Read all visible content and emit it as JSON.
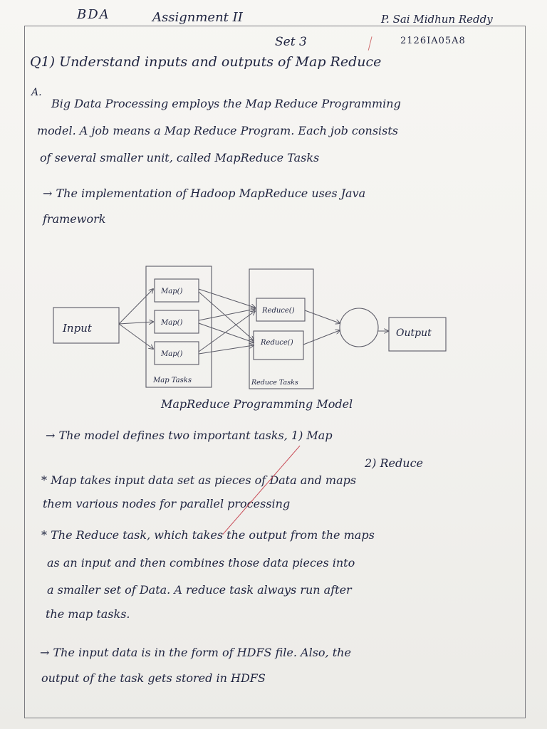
{
  "header": {
    "subject": "BDA",
    "assignment": "Assignment II",
    "student_name": "P. Sai Midhun Reddy",
    "set": "Set 3",
    "roll_number": "2126IA05A8"
  },
  "question": {
    "text": "Q1) Understand inputs and outputs of Map Reduce"
  },
  "answer": {
    "marker": "A.",
    "intro_lines": [
      "Big Data Processing employs the Map Reduce Programming",
      "model. A job means a Map Reduce Program. Each job consists",
      "of several smaller unit, called MapReduce Tasks"
    ],
    "java_lines": [
      "→ The implementation of Hadoop MapReduce uses Java",
      "framework"
    ]
  },
  "diagram": {
    "input_label": "Input",
    "map_labels": [
      "Map()",
      "Map()",
      "Map()"
    ],
    "map_group_label": "Map Tasks",
    "reduce_labels": [
      "Reduce()",
      "Reduce()"
    ],
    "reduce_group_label": "Reduce Tasks",
    "output_label": "Output",
    "caption": "MapReduce Programming Model"
  },
  "tasks": {
    "intro": "→ The model defines two important tasks, 1) Map",
    "second": "2) Reduce",
    "map_lines": [
      "* Map takes input data set as pieces of Data and maps",
      "them various nodes for parallel processing"
    ],
    "reduce_lines": [
      "* The Reduce task, which takes the output from the maps",
      "as an input and then combines those data pieces into",
      "a smaller set of Data. A reduce task always run after",
      "the map tasks."
    ]
  },
  "hdfs": {
    "lines": [
      "→ The input data is in the form of HDFS file. Also, the",
      "output of the task gets stored in HDFS"
    ]
  }
}
